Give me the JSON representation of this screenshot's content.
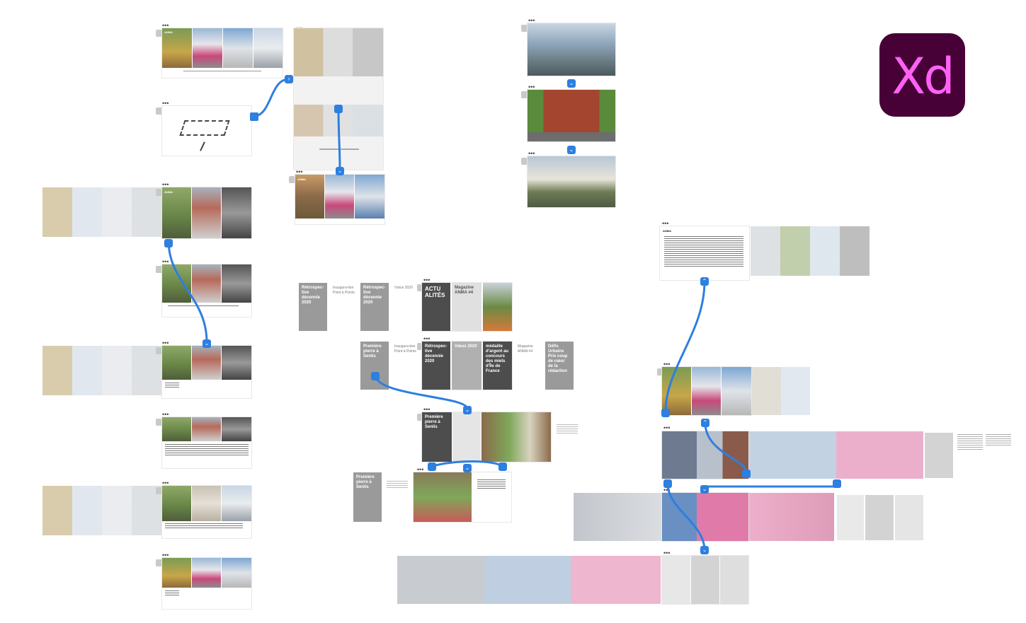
{
  "app": {
    "logo_text": "Xd"
  },
  "artboard_menu_glyph": "•••",
  "brand_mark": "ANMA",
  "cards": {
    "retro": "Rétrospec-tive décennie 2020",
    "inaug": "Inaugura-tion Point à Points",
    "voeux": "Vœux 2020",
    "actu": "ACTU ALITÉS",
    "magazine": "Magazine ANMA #4",
    "premiere": "Première pierre à Senlis",
    "medaille": "médaille d'argent au concours des miels d'Île de France",
    "defis": "Défis Urbains Prix coup de cœur de la rédaction"
  },
  "colors": {
    "wire": "#2d7fe0",
    "xd_bg": "#470137",
    "xd_fg": "#ff61f6",
    "card_gray": "#9a9a9a",
    "card_dark": "#4d4d4d"
  }
}
